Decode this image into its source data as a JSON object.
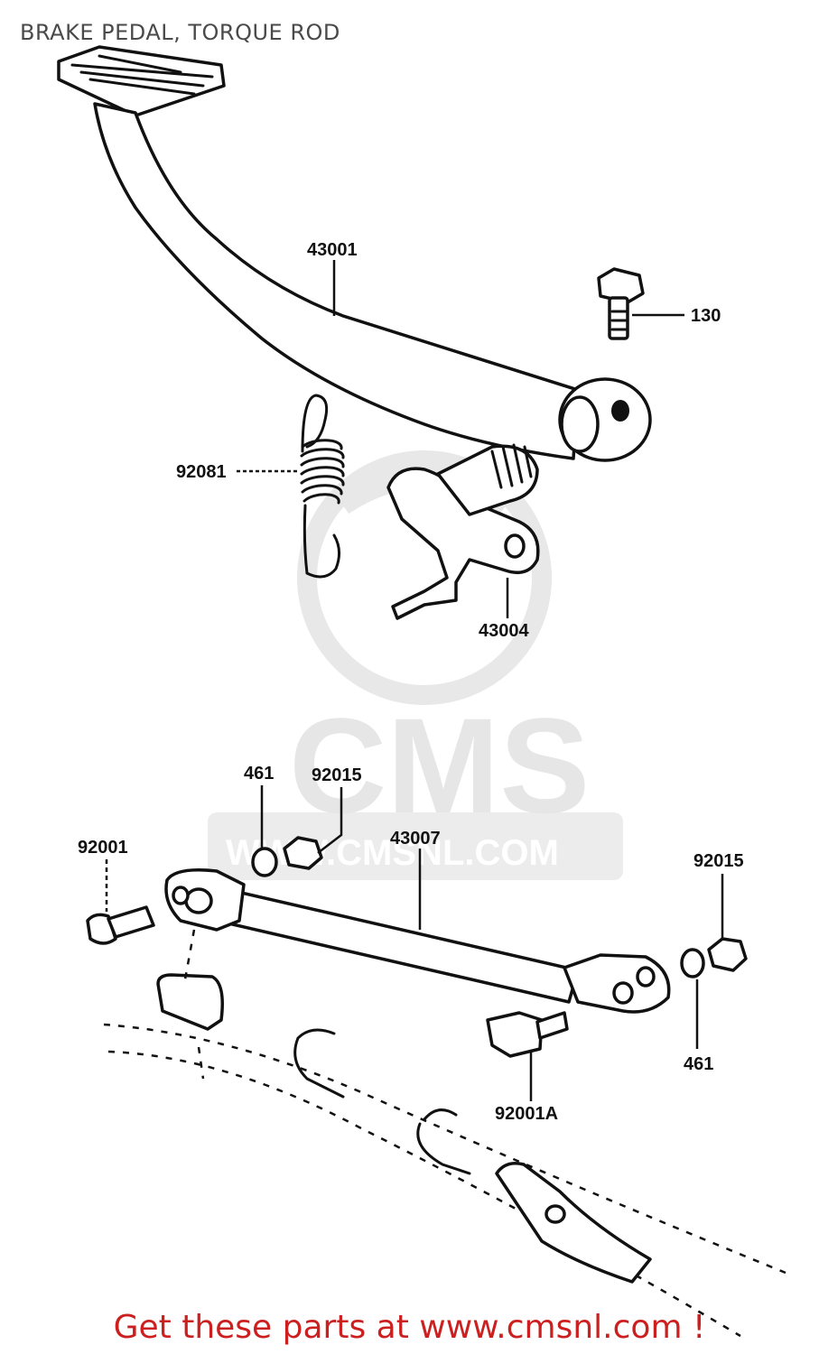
{
  "title": "BRAKE PEDAL, TORQUE ROD",
  "watermark": {
    "logo_text": "CMS",
    "url_text": "WWW.CMSNL.COM"
  },
  "parts": [
    {
      "id": "43001"
    },
    {
      "id": "130"
    },
    {
      "id": "92081"
    },
    {
      "id": "43004"
    },
    {
      "id": "461"
    },
    {
      "id": "92015"
    },
    {
      "id": "43007"
    },
    {
      "id": "92001"
    },
    {
      "id": "92015"
    },
    {
      "id": "461"
    },
    {
      "id": "92001A"
    }
  ],
  "footer": "Get these parts at www.cmsnl.com !",
  "colors": {
    "footer_text": "#cc1f1f",
    "title_text": "#4a4a4a",
    "line_art": "#111111",
    "watermark": "#e6e6e6"
  }
}
